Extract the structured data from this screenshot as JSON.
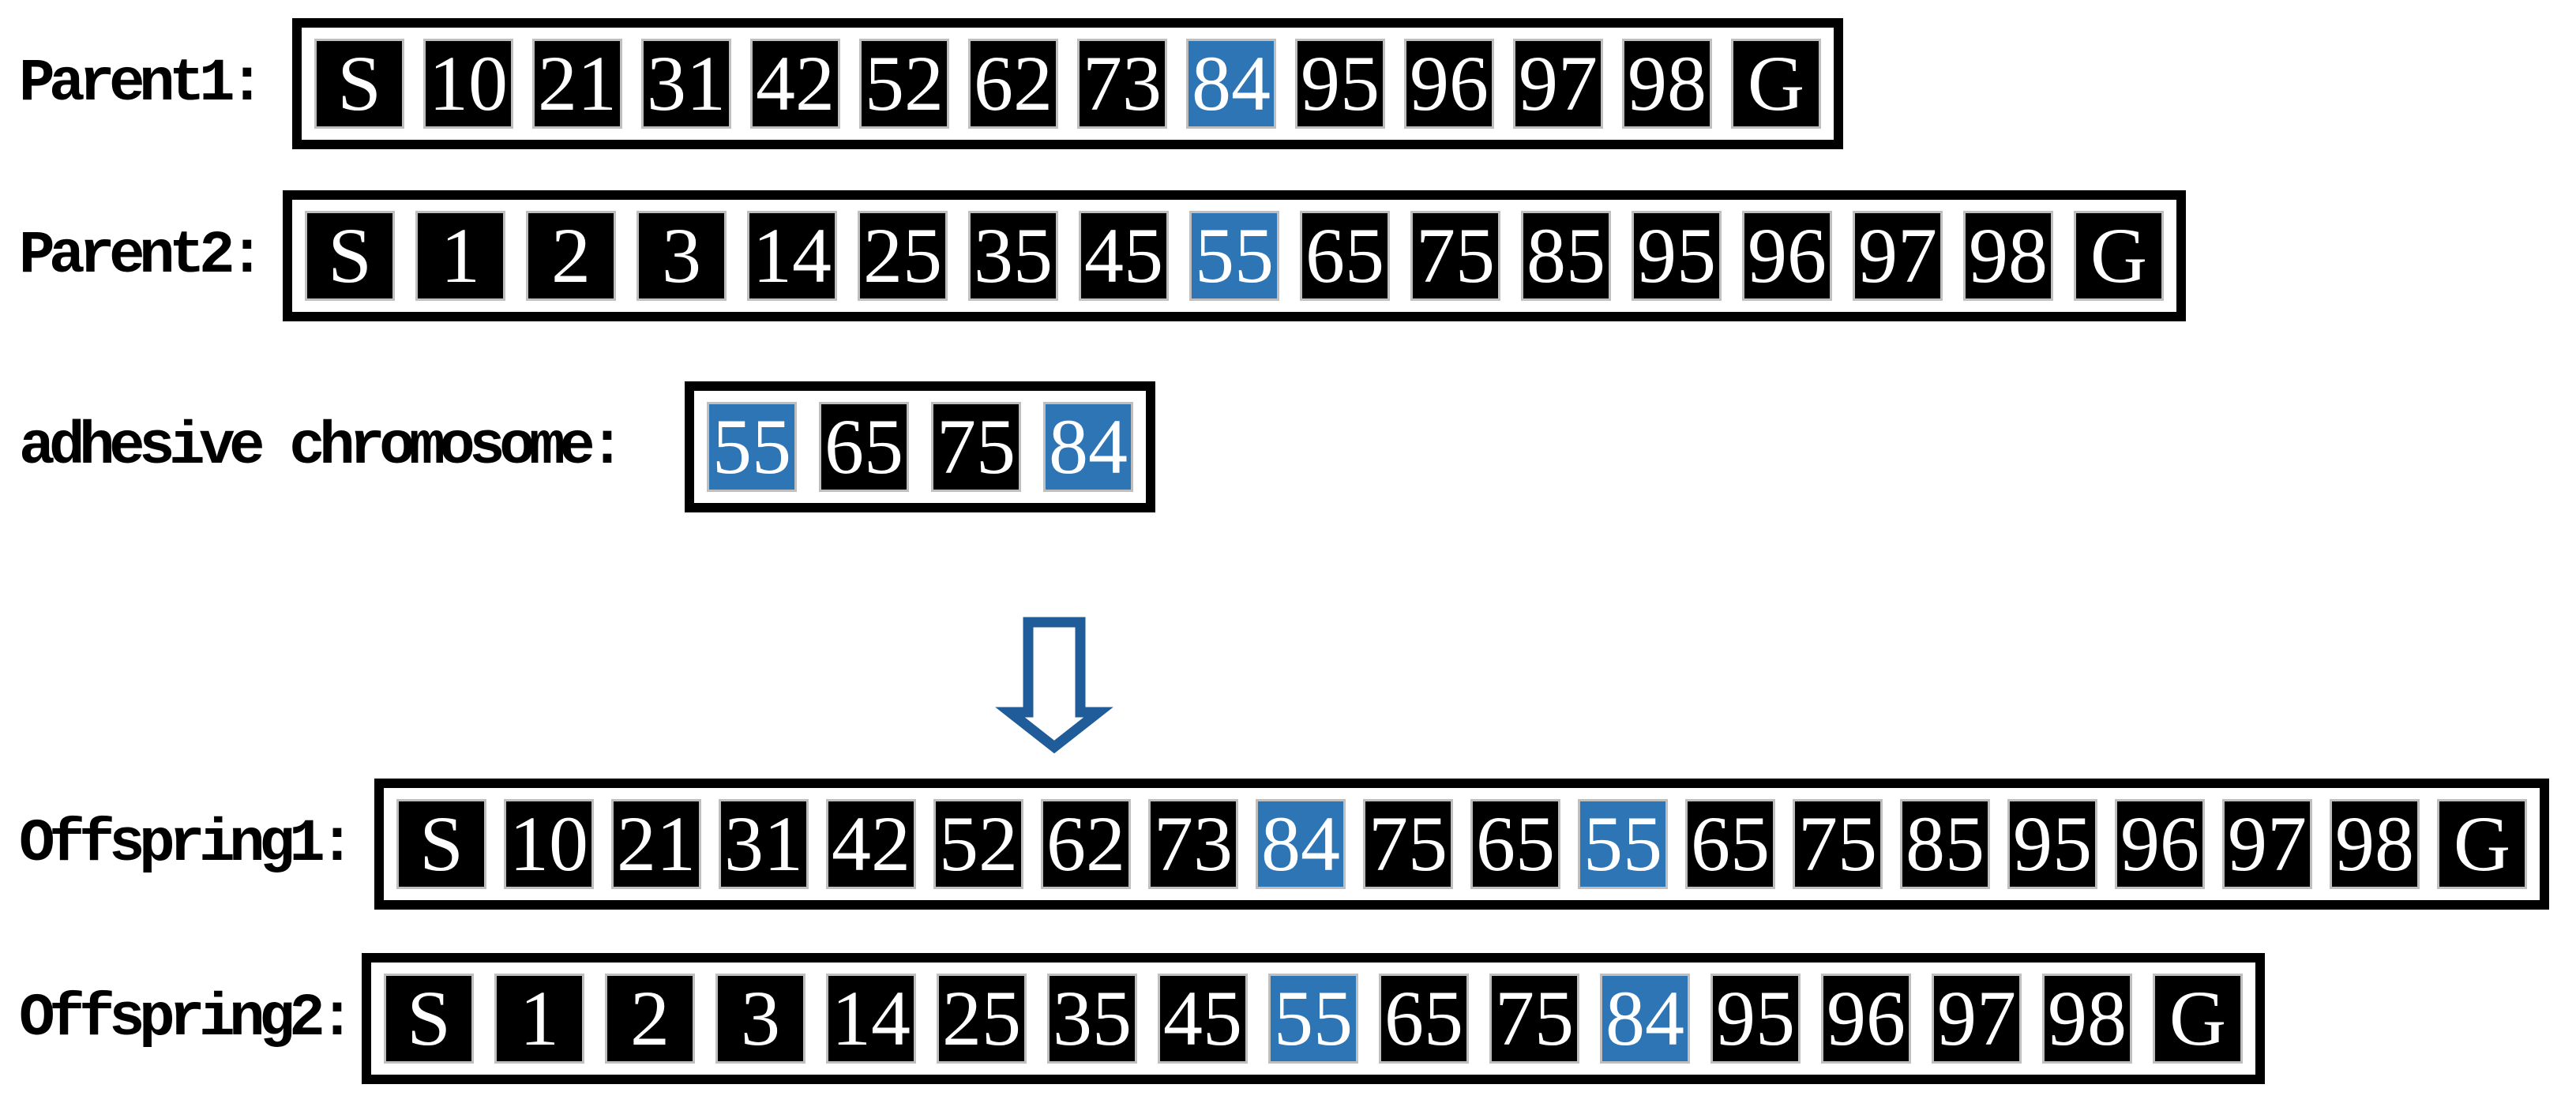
{
  "colors": {
    "highlight": "#2E75B6",
    "cell_bg": "#000000",
    "cell_text": "#FFFFFF",
    "cell_border": "#BFBFBF",
    "strip_border": "#000000",
    "arrow": "#1F5C99"
  },
  "arrow": {
    "icon": "down-arrow"
  },
  "rows": [
    {
      "id": "parent1",
      "label": "Parent1:",
      "cells": [
        "S",
        "10",
        "21",
        "31",
        "42",
        "52",
        "62",
        "73",
        "84",
        "95",
        "96",
        "97",
        "98",
        "G"
      ],
      "highlights": [
        8
      ]
    },
    {
      "id": "parent2",
      "label": "Parent2:",
      "cells": [
        "S",
        "1",
        "2",
        "3",
        "14",
        "25",
        "35",
        "45",
        "55",
        "65",
        "75",
        "85",
        "95",
        "96",
        "97",
        "98",
        "G"
      ],
      "highlights": [
        8
      ]
    },
    {
      "id": "adhesive",
      "label": "adhesive chromosome:",
      "cells": [
        "55",
        "65",
        "75",
        "84"
      ],
      "highlights": [
        0,
        3
      ]
    },
    {
      "id": "offspring1",
      "label": "Offspring1:",
      "cells": [
        "S",
        "10",
        "21",
        "31",
        "42",
        "52",
        "62",
        "73",
        "84",
        "75",
        "65",
        "55",
        "65",
        "75",
        "85",
        "95",
        "96",
        "97",
        "98",
        "G"
      ],
      "highlights": [
        8,
        11
      ]
    },
    {
      "id": "offspring2",
      "label": "Offspring2:",
      "cells": [
        "S",
        "1",
        "2",
        "3",
        "14",
        "25",
        "35",
        "45",
        "55",
        "65",
        "75",
        "84",
        "95",
        "96",
        "97",
        "98",
        "G"
      ],
      "highlights": [
        8,
        11
      ]
    }
  ]
}
